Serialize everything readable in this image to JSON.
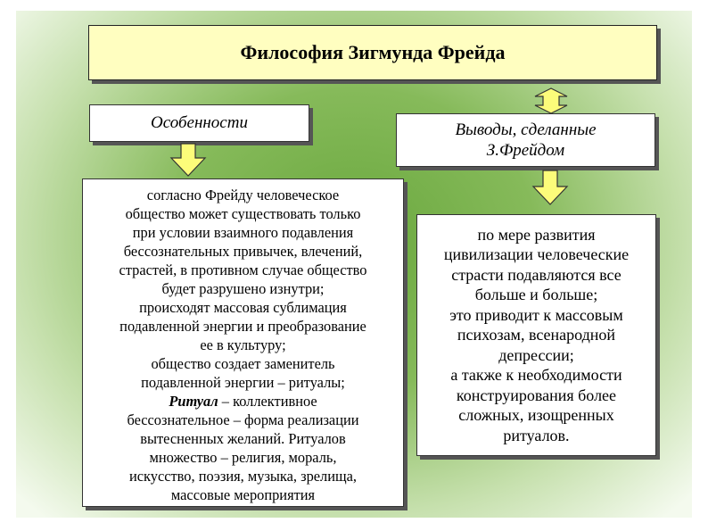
{
  "title": "Философия Зигмунда Фрейда",
  "left_column": {
    "header": "Особенности",
    "lines": [
      "согласно Фрейду человеческое",
      "общество может существовать только",
      "при условии взаимного подавления",
      "бессознательных привычек, влечений,",
      "страстей, в противном случае общество",
      "будет разрушено изнутри;",
      "происходят массовая сублимация",
      "подавленной энергии и преобразование",
      "ее в культуру;",
      "общество создает заменитель",
      "подавленной энергии – ритуалы;"
    ],
    "ritual_term": "Ритуал",
    "ritual_rest": " – коллективное",
    "lines_after": [
      "бессознательное – форма реализации",
      "вытесненных желаний. Ритуалов",
      "множество – религия, мораль,",
      "искусство, поэзия, музыка, зрелища,",
      "массовые мероприятия"
    ]
  },
  "right_column": {
    "header_line1": "Выводы, сделанные",
    "header_line2": "З.Фрейдом",
    "lines": [
      "по мере развития",
      "цивилизации человеческие",
      "страсти подавляются все",
      "больше и больше;",
      "это приводит к массовым",
      "психозам, всенародной",
      "депрессии;",
      "а также к необходимости",
      "конструирования более",
      "сложных, изощренных",
      "ритуалов."
    ]
  },
  "colors": {
    "title_fill": "#fffec0",
    "arrow_fill": "#fcfc7a",
    "background_green": "#6aa83e"
  }
}
